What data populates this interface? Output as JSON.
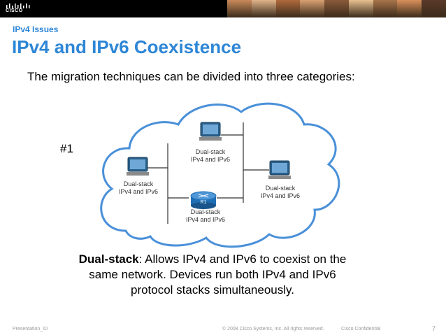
{
  "header": {
    "logo_text": "CISCO",
    "photo_colors": [
      "#c98a5a",
      "#e0b48a",
      "#b06a3c",
      "#d9a070",
      "#8a5a3a",
      "#e8c090",
      "#a8744a",
      "#d8905a",
      "#5a3a2a"
    ]
  },
  "slide": {
    "kicker": "IPv4 Issues",
    "title": "IPv4 and IPv6 Coexistence",
    "intro": "The migration techniques can be divided into three categories:",
    "number_label": "#1"
  },
  "diagram": {
    "devices": [
      {
        "name": "top-pc",
        "label_line1": "Dual-stack",
        "label_line2": "IPv4 and IPv6"
      },
      {
        "name": "left-pc",
        "label_line1": "Dual-stack",
        "label_line2": "IPv4 and IPv6"
      },
      {
        "name": "right-pc",
        "label_line1": "Dual-stack",
        "label_line2": "IPv4 and IPv6"
      },
      {
        "name": "router-r1",
        "icon_label": "R1",
        "label_line1": "Dual-stack",
        "label_line2": "IPv4 and IPv6"
      }
    ],
    "colors": {
      "cloud_stroke": "#4a90d9",
      "cloud_fill": "#ffffff",
      "router": "#1f6fb5",
      "monitor": "#2a5f8a",
      "line": "#333333"
    }
  },
  "description": {
    "term": "Dual-stack",
    "text": ": Allows IPv4 and IPv6 to coexist on the same network. Devices run both IPv4 and IPv6 protocol stacks simultaneously."
  },
  "footer": {
    "left": "Presentation_ID",
    "center": "© 2008 Cisco Systems, Inc. All rights reserved.",
    "right": "Cisco Confidential",
    "page": "7"
  }
}
